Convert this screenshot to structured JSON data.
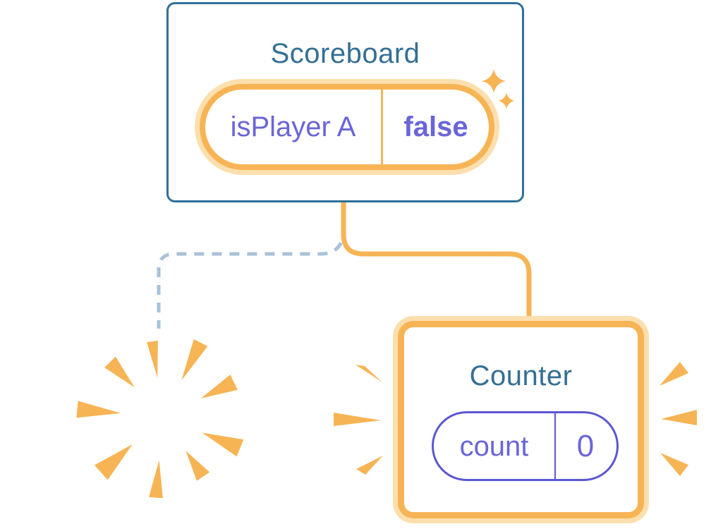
{
  "diagram_type": "react-component-state-tree-illustration",
  "colors": {
    "background": "#ffffff",
    "card_border_blue": "#2e7098",
    "title_teal": "#346f94",
    "state_text_purple": "#6a65d9",
    "pill_border_purple": "#5b57d1",
    "accent_orange": "#f7b455",
    "accent_orange_light": "#fcdfae",
    "dashed_line_blue_gray": "#a9c2d9"
  },
  "scoreboard": {
    "title": "Scoreboard",
    "state": {
      "name": "isPlayer A",
      "value": "false"
    }
  },
  "counter": {
    "title": "Counter",
    "state": {
      "name": "count",
      "value": "0"
    }
  },
  "icons": {
    "sparkles": "sparkles-icon",
    "explosion": "explosion-burst-icon",
    "emphasis_left": "emphasis-burst-left-icon",
    "emphasis_right": "emphasis-burst-right-icon"
  }
}
